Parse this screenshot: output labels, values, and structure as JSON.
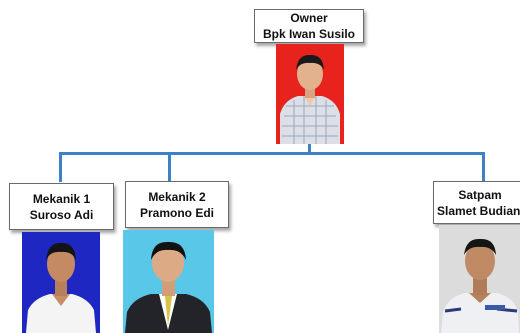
{
  "org_chart": {
    "owner": {
      "role": "Owner",
      "name": "Bpk Iwan Susilo",
      "photo_bg": "#e8231d"
    },
    "mekanik1": {
      "role": "Mekanik 1",
      "name": "Suroso Adi",
      "photo_bg": "#1f27c2"
    },
    "mekanik2": {
      "role": "Mekanik 2",
      "name": "Pramono Edi",
      "photo_bg": "#59c7e8"
    },
    "satpam": {
      "role": "Satpam",
      "name": "Slamet Budianto",
      "photo_bg": "#dcdcdc"
    }
  },
  "colors": {
    "connector": "#3d82c6"
  }
}
